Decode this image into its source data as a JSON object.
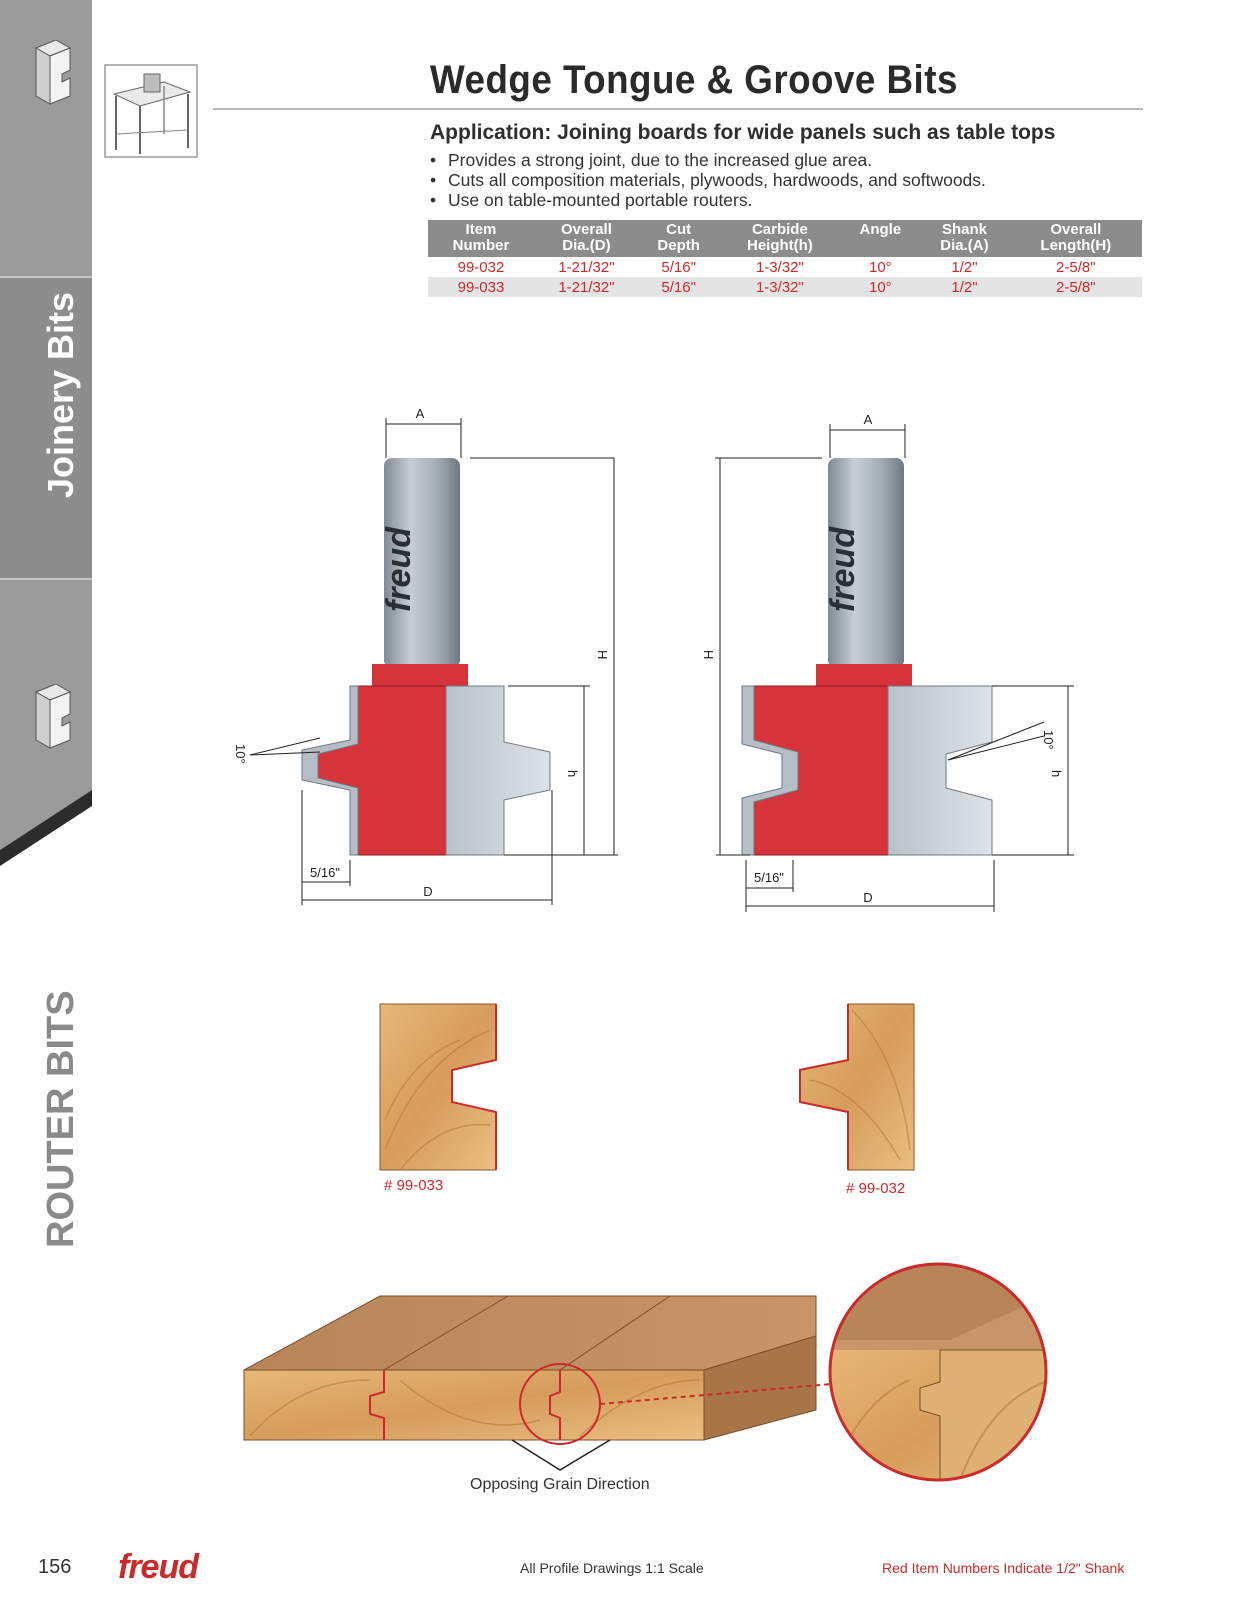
{
  "sidebar": {
    "tab_joinery": "Joinery Bits",
    "tab_router": "ROUTER BITS"
  },
  "header": {
    "title": "Wedge Tongue & Groove Bits"
  },
  "application": {
    "heading": "Application: Joining boards for wide panels such as table tops",
    "bullets": [
      "Provides a strong joint, due to the increased glue area.",
      "Cuts all composition materials, plywoods, hardwoods, and softwoods.",
      "Use on table-mounted portable routers."
    ]
  },
  "spec_table": {
    "headers": [
      [
        "Item",
        "Number"
      ],
      [
        "Overall",
        "Dia.(D)"
      ],
      [
        "Cut",
        "Depth"
      ],
      [
        "Carbide",
        "Height(h)"
      ],
      [
        "Angle",
        ""
      ],
      [
        "Shank",
        "Dia.(A)"
      ],
      [
        "Overall",
        "Length(H)"
      ]
    ],
    "rows": [
      [
        "99-032",
        "1-21/32\"",
        "5/16\"",
        "1-3/32\"",
        "10°",
        "1/2\"",
        "2-5/8\""
      ],
      [
        "99-033",
        "1-21/32\"",
        "5/16\"",
        "1-3/32\"",
        "10°",
        "1/2\"",
        "2-5/8\""
      ]
    ]
  },
  "diagram": {
    "label_a": "A",
    "label_h_upper": "H",
    "label_h_lower": "h",
    "label_d": "D",
    "label_depth": "5/16\"",
    "label_angle": "10°",
    "brand": "freud",
    "profile_caption_left": "# 99-033",
    "profile_caption_right": "# 99-032",
    "grain_caption": "Opposing Grain Direction"
  },
  "footer": {
    "page_number": "156",
    "brand": "freud",
    "scale_note": "All Profile Drawings 1:1 Scale",
    "shank_note": "Red Item Numbers Indicate 1/2\" Shank"
  },
  "colors": {
    "brand_red": "#cc2a2a",
    "carbide_red": "#d6343a",
    "steel": "#a9b3bc",
    "sidebar_gray": "#9a9a9a",
    "wood": "#d9a466"
  }
}
